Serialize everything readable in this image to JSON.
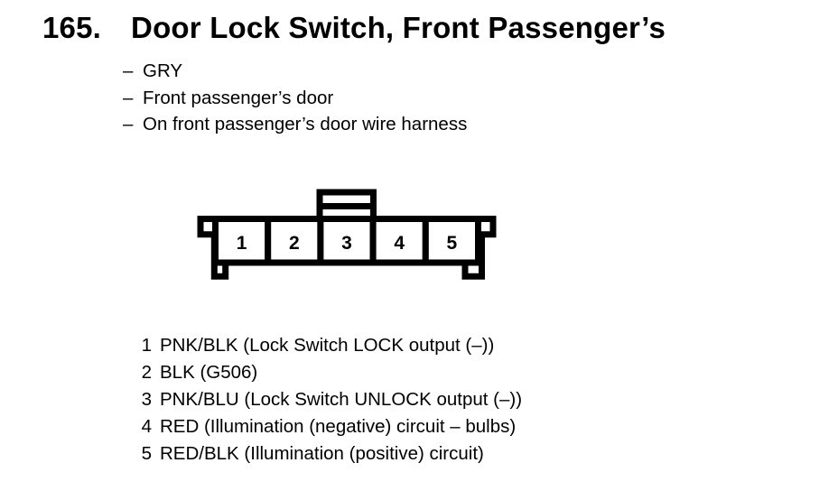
{
  "page": {
    "paper_color": "#ffffff",
    "ink_color": "#000000"
  },
  "heading": {
    "number": "165.",
    "title": "Door Lock Switch, Front Passenger’s"
  },
  "details": {
    "marker": "–",
    "items": [
      "GRY",
      "Front passenger’s door",
      "On front passenger’s door wire harness"
    ]
  },
  "connector": {
    "description": "5-cavity connector, front view, locking tab on top above cavity 3",
    "pins": [
      "1",
      "2",
      "3",
      "4",
      "5"
    ]
  },
  "pinout": {
    "rows": [
      {
        "pin": "1",
        "description": "PNK/BLK (Lock Switch LOCK output (–))"
      },
      {
        "pin": "2",
        "description": "BLK (G506)"
      },
      {
        "pin": "3",
        "description": "PNK/BLU (Lock Switch UNLOCK output (–))"
      },
      {
        "pin": "4",
        "description": "RED (Illumination (negative) circuit – bulbs)"
      },
      {
        "pin": "5",
        "description": "RED/BLK (Illumination (positive) circuit)"
      }
    ]
  }
}
